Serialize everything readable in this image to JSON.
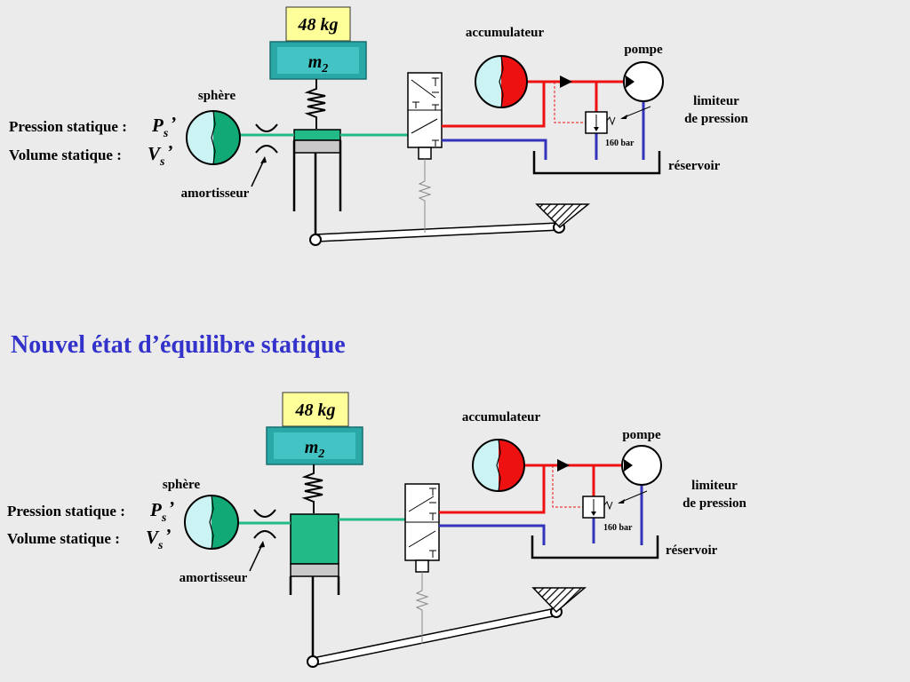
{
  "title": "Nouvel état d’équilibre statique",
  "colors": {
    "background": "#ebebeb",
    "pressure_line": "#ee1111",
    "return_line": "#3333bb",
    "fluid_line": "#22bb88",
    "title": "#3333cc",
    "weight_box": "#ffff99",
    "mass_block": "#2aa8a8",
    "sphere_fluid": "#11aa77",
    "sphere_gas": "#ccf3f3"
  },
  "panels": [
    {
      "weight": "48 kg",
      "mass": "m",
      "mass_sub": "2",
      "sphere_label": "sphère",
      "pressure_label": "Pression statique :",
      "pressure_var": "P",
      "pressure_sub": "s",
      "volume_label": "Volume statique :",
      "volume_var": "V",
      "volume_sub": "s",
      "prime": "’",
      "damper_label": "amortisseur",
      "accumulator_label": "accumulateur",
      "pump_label": "pompe",
      "limiter_label_1": "limiteur",
      "limiter_label_2": "de pression",
      "limiter_setting": "160 bar",
      "reservoir_label": "réservoir"
    },
    {
      "weight": "48 kg",
      "mass": "m",
      "mass_sub": "2",
      "sphere_label": "sphère",
      "pressure_label": "Pression statique :",
      "pressure_var": "P",
      "pressure_sub": "s",
      "volume_label": "Volume statique :",
      "volume_var": "V",
      "volume_sub": "s",
      "prime": "’",
      "damper_label": "amortisseur",
      "accumulator_label": "accumulateur",
      "pump_label": "pompe",
      "limiter_label_1": "limiteur",
      "limiter_label_2": "de pression",
      "limiter_setting": "160 bar",
      "reservoir_label": "réservoir"
    }
  ]
}
